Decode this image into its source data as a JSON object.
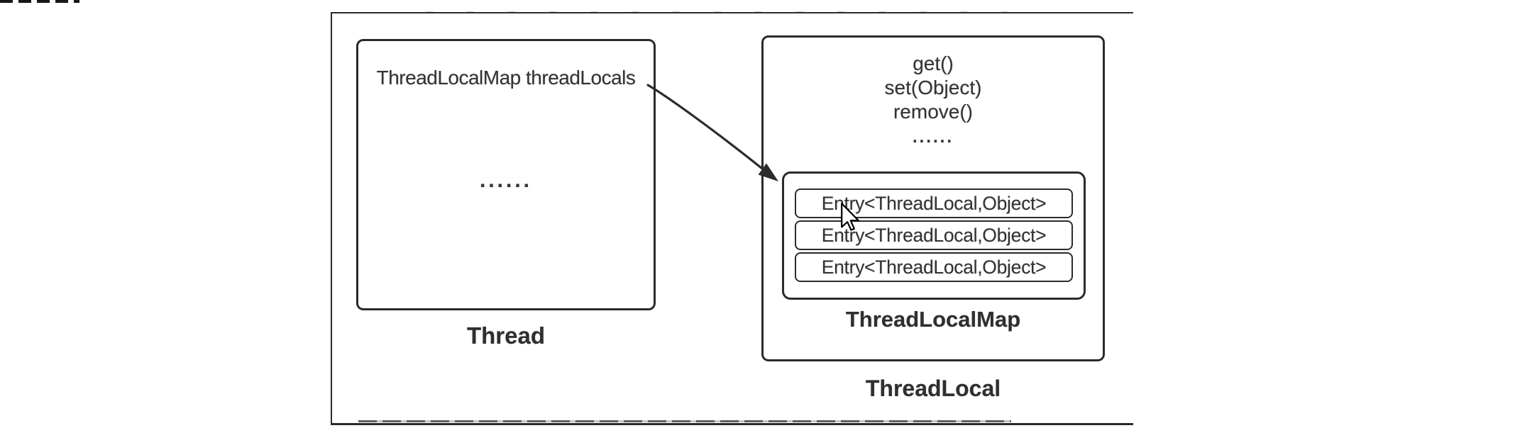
{
  "meta": {
    "description": "Diagram of Java Thread / ThreadLocal / ThreadLocalMap internals, captured from a screen recording with visible mouse cursor",
    "cursor": "arrow-pointer"
  },
  "colors": {
    "background": "#ffffff",
    "stroke": "#2b2b2b",
    "text": "#333333"
  },
  "thread_box": {
    "field_label": "ThreadLocalMap threadLocals",
    "ellipsis": "......",
    "caption": "Thread"
  },
  "threadlocal_box": {
    "methods": [
      "get()",
      "set(Object)",
      "remove()",
      "......"
    ],
    "map_box": {
      "entries": [
        "Entry<ThreadLocal,Object>",
        "Entry<ThreadLocal,Object>",
        "Entry<ThreadLocal,Object>"
      ],
      "caption": "ThreadLocalMap"
    },
    "caption": "ThreadLocal"
  }
}
